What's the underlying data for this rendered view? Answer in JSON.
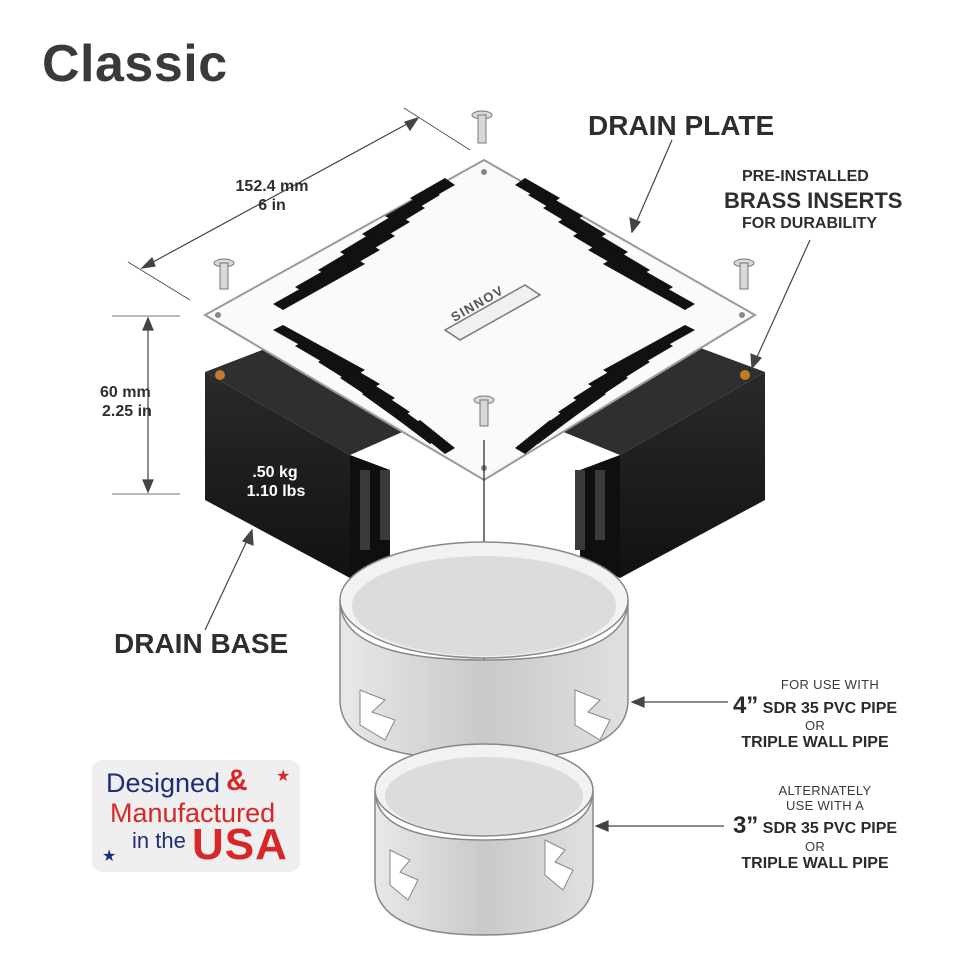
{
  "title": "Classic",
  "labels": {
    "drain_plate": "DRAIN PLATE",
    "pre_installed": "PRE-INSTALLED",
    "brass_inserts": "BRASS INSERTS",
    "for_durability": "FOR DURABILITY",
    "width_mm": "152.4 mm",
    "width_in": "6 in",
    "height_mm": "60 mm",
    "height_in": "2.25 in",
    "weight_kg": ".50 kg",
    "weight_lbs": "1.10 lbs",
    "drain_base": "DRAIN BASE",
    "brand_on_grate": "SINNOV"
  },
  "pipe_4": {
    "line1": "FOR USE WITH",
    "size": "4”",
    "spec": "SDR 35 PVC PIPE",
    "or": "OR",
    "alt": "TRIPLE WALL PIPE"
  },
  "pipe_3": {
    "line1": "ALTERNATELY",
    "line2": "USE WITH A",
    "size": "3”",
    "spec": "SDR 35 PVC PIPE",
    "or": "OR",
    "alt": "TRIPLE WALL PIPE"
  },
  "badge": {
    "designed": "Designed",
    "amp": "&",
    "manufactured": "Manufactured",
    "in_the": "in the",
    "usa": "USA"
  },
  "colors": {
    "base_black": "#1c1c1c",
    "grate_white": "#fafafa",
    "pipe_gray": "#d9d9d9",
    "badge_blue": "#1f2c7a",
    "badge_red": "#d62828",
    "brass": "#c07a2a"
  }
}
